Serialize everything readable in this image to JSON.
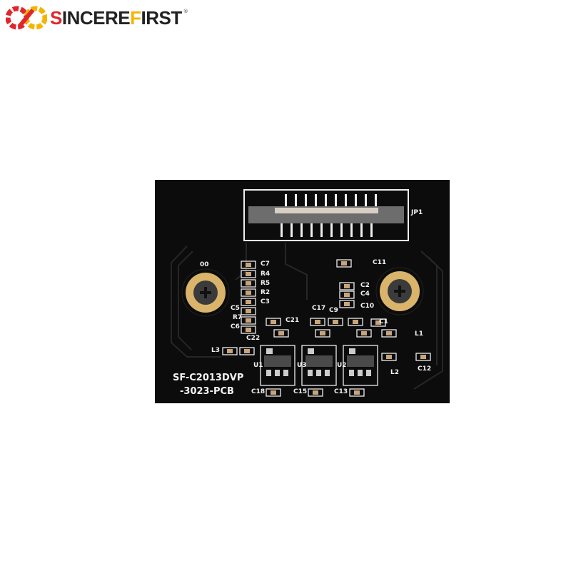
{
  "brand": {
    "part1": "S",
    "part2": "INCERE",
    "part3": "F",
    "part4": "IRST",
    "registered": "®",
    "colors": {
      "red": "#e0262b",
      "yellow": "#f4b400",
      "dark": "#222222"
    }
  },
  "board": {
    "color": "#0c0c0c",
    "model_line1": "SF-C2013DVP",
    "model_line2": "-3023-PCB",
    "connector_label": "JP1",
    "hole_label": "00",
    "component_labels": [
      "C7",
      "R4",
      "R5",
      "R2",
      "C3",
      "C5",
      "R7",
      "C6",
      "C22",
      "C11",
      "C2",
      "C4",
      "C10",
      "C17",
      "C9",
      "C21",
      "C1",
      "L1",
      "L2",
      "C12",
      "L3",
      "U1",
      "U3",
      "U2",
      "C18",
      "C15",
      "C13"
    ]
  }
}
